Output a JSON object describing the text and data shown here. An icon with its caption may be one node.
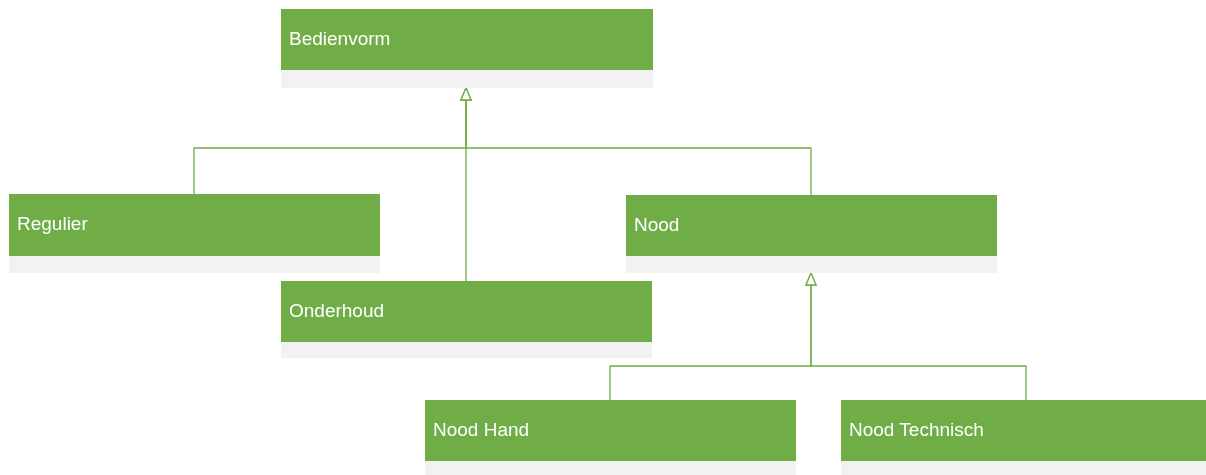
{
  "diagram": {
    "nodes": [
      {
        "text": [
          "Bedienvorm"
        ]
      },
      {
        "text": [
          "Regulier"
        ]
      },
      {
        "text": [
          "Nood"
        ]
      },
      {
        "text": [
          "Onderhoud"
        ]
      },
      {
        "text": [
          "Nood Hand"
        ]
      },
      {
        "text": [
          "Nood Technisch"
        ]
      }
    ],
    "edges": [
      {
        "from": 1,
        "to": 0,
        "arrow": "to"
      },
      {
        "from": 3,
        "to": 0,
        "arrow": "to"
      },
      {
        "from": 2,
        "to": 0,
        "arrow": "to"
      },
      {
        "from": 4,
        "to": 2,
        "arrow": "to"
      },
      {
        "from": 5,
        "to": 2,
        "arrow": "to"
      }
    ]
  }
}
